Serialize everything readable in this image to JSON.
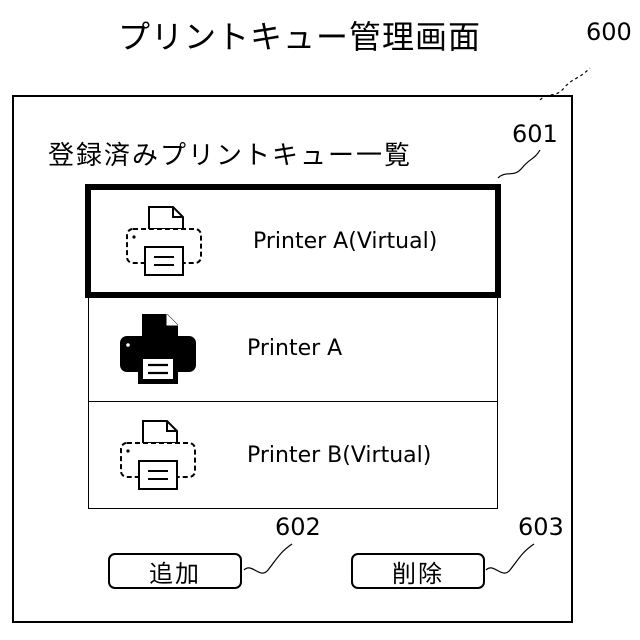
{
  "screen_title": "プリントキュー管理画面",
  "reference_labels": {
    "screen": "600",
    "list": "601",
    "add": "602",
    "delete": "603"
  },
  "list_heading": "登録済みプリントキュー一覧",
  "queues": [
    {
      "name": "Printer A(Virtual)",
      "icon": "virtual-printer-icon",
      "selected": true
    },
    {
      "name": "Printer A",
      "icon": "printer-icon",
      "selected": false
    },
    {
      "name": "Printer B(Virtual)",
      "icon": "virtual-printer-icon",
      "selected": false
    }
  ],
  "buttons": {
    "add_label": "追加",
    "delete_label": "削除"
  }
}
